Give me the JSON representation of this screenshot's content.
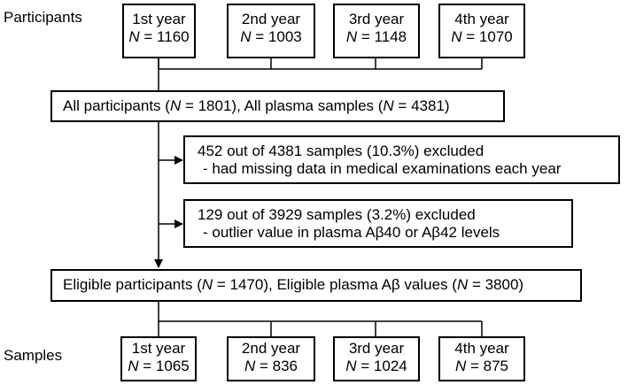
{
  "labels": {
    "top": "Participants",
    "bottom": "Samples"
  },
  "n_symbol": "N",
  "top_years": [
    {
      "year": "1st year",
      "n": "1160"
    },
    {
      "year": "2nd year",
      "n": "1003"
    },
    {
      "year": "3rd year",
      "n": "1148"
    },
    {
      "year": "4th year",
      "n": "1070"
    }
  ],
  "all_box": {
    "text1": "All participants (",
    "n1": "1801",
    "text2": "), All plasma samples (",
    "n2": "4381",
    "text3": ")"
  },
  "exclusions": [
    {
      "line1": "452 out of 4381 samples (10.3%) excluded",
      "line2": "- had missing data in medical examinations each year"
    },
    {
      "line1": "129 out of 3929 samples (3.2%) excluded",
      "line2": "- outlier value in plasma Aβ40 or Aβ42 levels"
    }
  ],
  "eligible_box": {
    "text1": "Eligible participants (",
    "n1": "1470",
    "text2": "), Eligible plasma Aβ values (",
    "n2": "3800",
    "text3": ")"
  },
  "bottom_years": [
    {
      "year": "1st year",
      "n": "1065"
    },
    {
      "year": "2nd year",
      "n": "836"
    },
    {
      "year": "3rd year",
      "n": "1024"
    },
    {
      "year": "4th year",
      "n": "875"
    }
  ]
}
